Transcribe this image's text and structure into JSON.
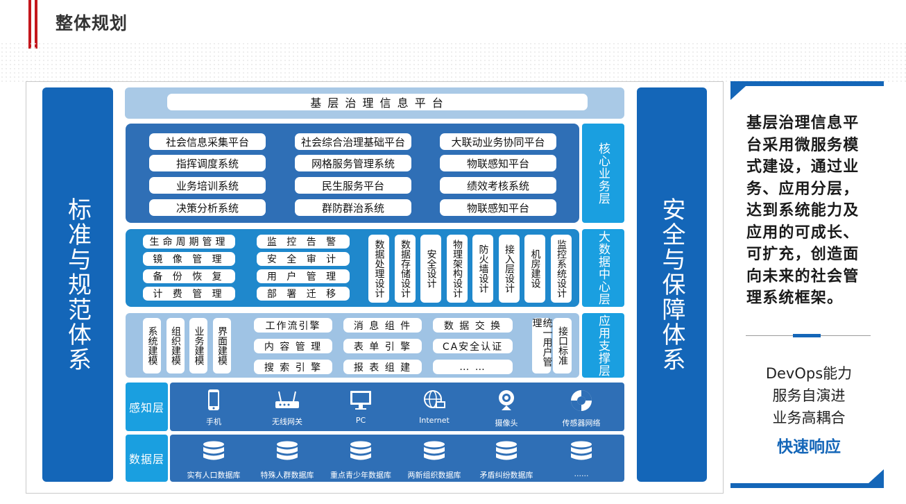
{
  "header": {
    "title": "整体规划"
  },
  "left_column": "标准与规范体系",
  "right_column": "安全与保障体系",
  "top_platform": "基 层 治 理 信 息 平 台",
  "layers": {
    "core": "核心业务层",
    "bigdata": "大数据中心层",
    "support": "应用支撑层",
    "sense": "感知层",
    "data": "数据层"
  },
  "core_items": [
    "社会信息采集平台",
    "社会综合治理基础平台",
    "大联动业务协同平台",
    "指挥调度系统",
    "网格服务管理系统",
    "物联感知平台",
    "业务培训系统",
    "民生服务平台",
    "绩效考核系统",
    "决策分析系统",
    "群防群治系统",
    "物联感知平台"
  ],
  "bigdata_left": [
    "生命周期管理",
    "镜 像 管 理",
    "备 份 恢 复",
    "计 费 管 理"
  ],
  "bigdata_mid": [
    "监 控 告 警",
    "安 全 审 计",
    "用 户 管 理",
    "部 署 迁 移"
  ],
  "bigdata_vertical": [
    "数据处理设计",
    "数据存储设计",
    "安全设计",
    "物理架构设计",
    "防火墙设计",
    "接入层设计",
    "机房建设",
    "监控系统设计"
  ],
  "support_vertical": [
    "系统建模",
    "组织建模",
    "业务建模",
    "界面建模"
  ],
  "support_grid": [
    "工作流引擎",
    "消 息 组 件",
    "数 据 交 换",
    "内 容 管 理",
    "表 单 引 擎",
    "CA安全认证",
    "搜 索 引 擎",
    "报 表 组 建",
    "… …"
  ],
  "support_right": [
    "统一用户管理",
    "接口标准"
  ],
  "sense_items": [
    {
      "label": "手机",
      "icon": "phone-icon"
    },
    {
      "label": "无线网关",
      "icon": "router-icon"
    },
    {
      "label": "PC",
      "icon": "monitor-icon"
    },
    {
      "label": "Internet",
      "icon": "internet-icon"
    },
    {
      "label": "摄像头",
      "icon": "camera-icon"
    },
    {
      "label": "传感器网络",
      "icon": "sensor-icon"
    }
  ],
  "data_items": [
    "实有人口数据库",
    "特殊人群数据库",
    "重点青少年数据库",
    "两新组织数据库",
    "矛盾纠纷数据库",
    "......"
  ],
  "right_panel": {
    "description": "基层治理信息平台采用微服务模式建设，通过业务、应用分层，达到系统能力及应用的可成长、可扩充，创造面向未来的社会管理系统框架。",
    "lines": [
      "DevOps能力",
      "服务自演进",
      "业务高耦合"
    ],
    "highlight": "快速响应"
  },
  "colors": {
    "primary": "#1466b8",
    "accent": "#1a9fe0",
    "red": "#c4161c"
  }
}
